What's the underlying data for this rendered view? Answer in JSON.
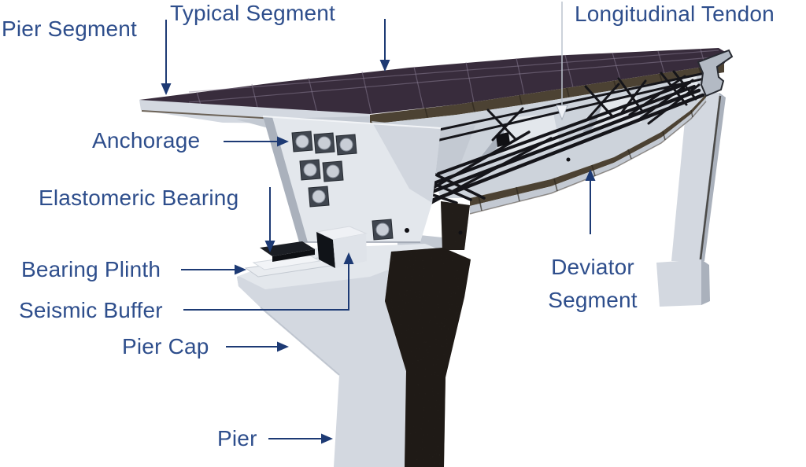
{
  "labels": {
    "pier_segment": "Pier Segment",
    "typical_segment": "Typical Segment",
    "longitudinal_tendon": "Longitudinal Tendon",
    "anchorage": "Anchorage",
    "elastomeric_bearing": "Elastomeric Bearing",
    "bearing_plinth": "Bearing Plinth",
    "seismic_buffer": "Seismic Buffer",
    "pier_cap": "Pier Cap",
    "deviator": {
      "line1": "Deviator",
      "line2": "Segment"
    },
    "pier": "Pier"
  },
  "colors": {
    "background": "#ffffff",
    "label_text": "#2e4e8c",
    "arrow": "#1d3a74",
    "pointer_gray": "#bcc3cd",
    "deck_top": "#382c3c",
    "deck_joint": "#8d8198",
    "concrete_light": "#e3e7ec",
    "concrete_mid": "#d3d8e0",
    "concrete_shade": "#c3c9d2",
    "concrete_deep": "#aab1bc",
    "cut_brown": "#4c4233",
    "cut_brown_dark": "#39312a",
    "tendon_black": "#15151a",
    "bearing_black": "#14171c",
    "plinth_white": "#f0f2f5"
  }
}
